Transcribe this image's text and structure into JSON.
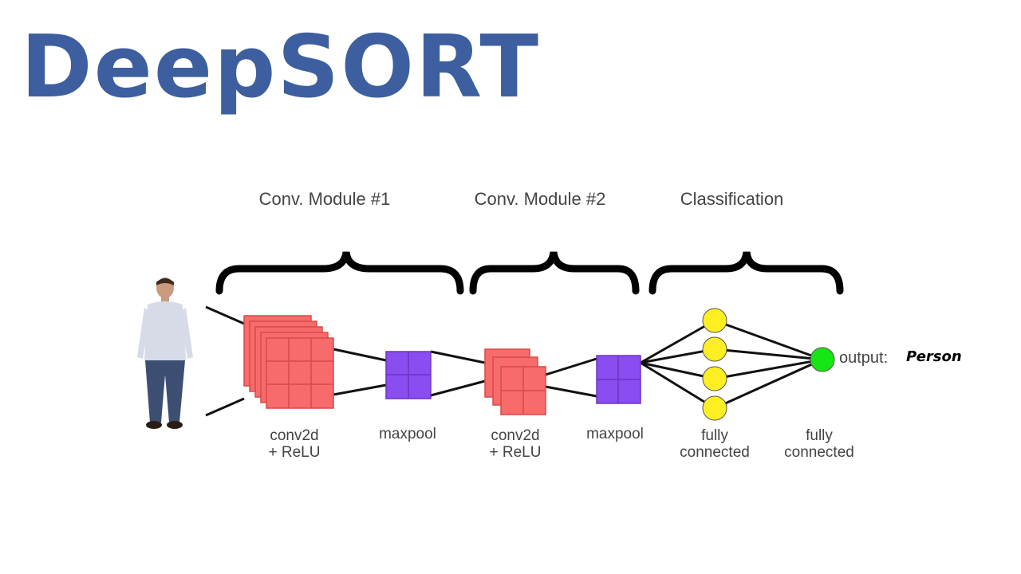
{
  "title": {
    "text": "DeepSORT",
    "color": "#3d5f9f"
  },
  "sections": [
    {
      "label": "Conv. Module #1"
    },
    {
      "label": "Conv. Module #2"
    },
    {
      "label": "Classification"
    }
  ],
  "layers": [
    {
      "line1": "conv2d",
      "line2": "+ ReLU"
    },
    {
      "line1": "maxpool",
      "line2": ""
    },
    {
      "line1": "conv2d",
      "line2": "+ ReLU"
    },
    {
      "line1": "maxpool",
      "line2": ""
    },
    {
      "line1": "fully",
      "line2": "connected"
    },
    {
      "line1": "fully",
      "line2": "connected"
    }
  ],
  "output": {
    "label": "output:",
    "value": "Person"
  },
  "colors": {
    "conv": "#f76b6b",
    "pool": "#8a4df0",
    "neuron": "#ffee22",
    "output_neuron": "#16e616",
    "line": "#111111"
  },
  "icons": {
    "person": "person-standing-photo"
  }
}
